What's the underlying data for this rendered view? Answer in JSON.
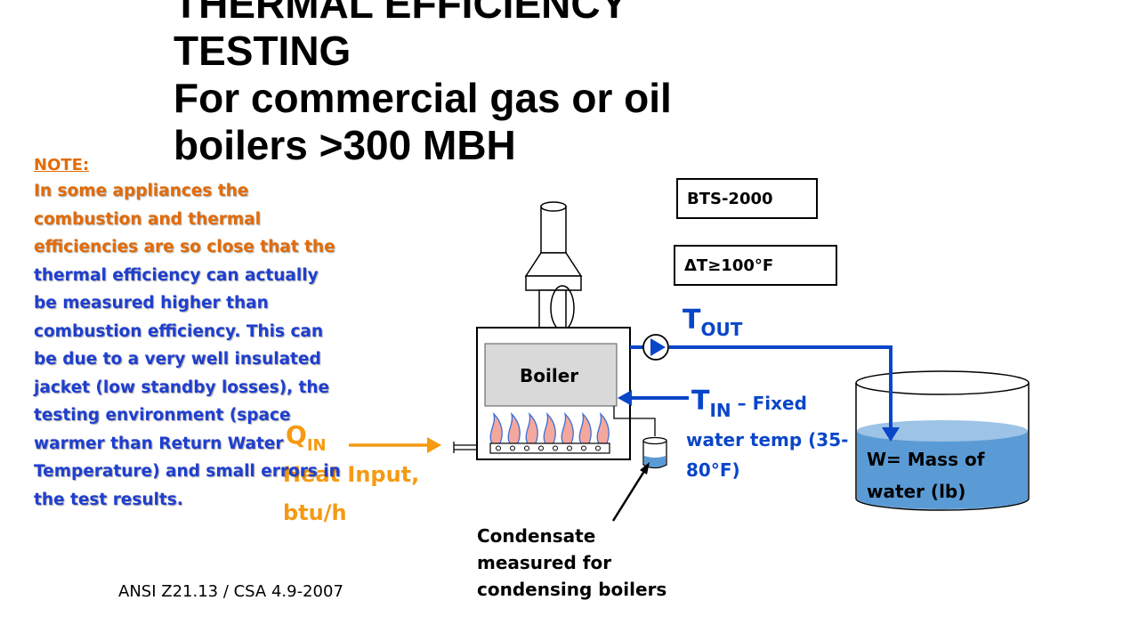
{
  "title": {
    "line1": "THERMAL EFFICIENCY",
    "line2": "TESTING",
    "line3": "For commercial gas or oil",
    "line4": "boilers >300 MBH"
  },
  "note": {
    "heading": "NOTE:",
    "lines": [
      "In some appliances the",
      "combustion and thermal",
      "efficiencies are so close that the",
      "thermal efficiency can actually",
      "be measured higher than",
      "combustion efficiency. This can",
      "be due to a very well insulated",
      "jacket (low standby losses), the",
      "testing environment (space",
      "warmer than Return Water",
      "Temperature) and small errors in",
      "the test results."
    ]
  },
  "labels": {
    "bts": "BTS-2000",
    "delta_t": "ΔT≥100°F",
    "t_out_main": "T",
    "t_out_sub": "OUT",
    "t_in_main": "T",
    "t_in_sub": "IN",
    "t_in_rest": " – Fixed",
    "t_in_line2": "water temp (35-",
    "t_in_line3": "80°F)",
    "q_main": "Q",
    "q_sub": "IN",
    "q_line2": "Heat Input,",
    "q_line3": "btu/h",
    "boiler": "Boiler",
    "tank_line1": "W= Mass of",
    "tank_line2": "water (lb)",
    "condensate_line1": "Condensate",
    "condensate_line2": "measured for",
    "condensate_line3": "condensing boilers",
    "standard": "ANSI Z21.13 / CSA 4.9-2007"
  },
  "colors": {
    "blue": "#0a46c8",
    "orange": "#f59a12",
    "water": "#5b9bd5",
    "note_orange": "#e36c09",
    "note_blue": "#1f3fcf"
  }
}
